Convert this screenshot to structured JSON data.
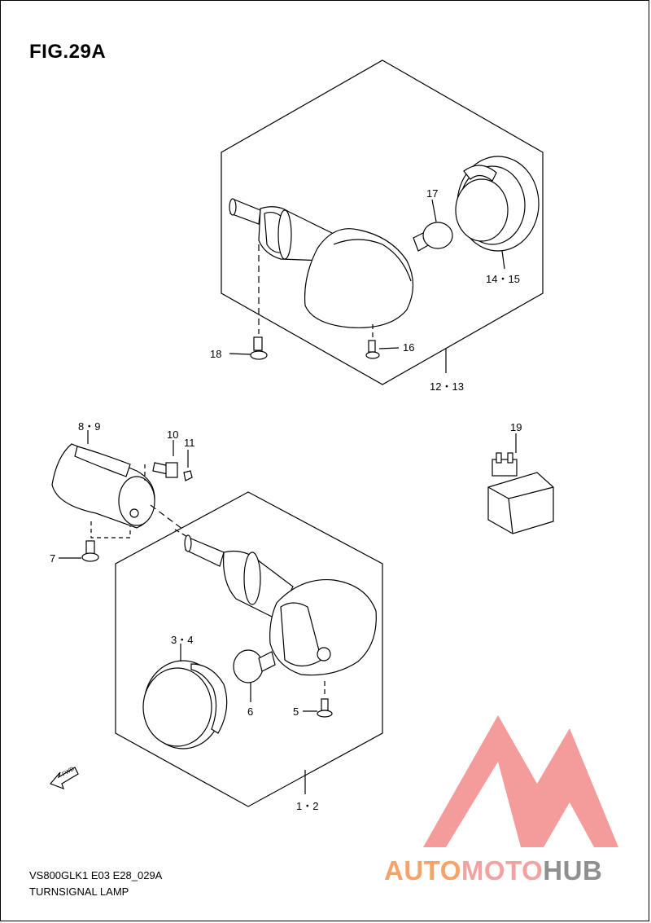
{
  "figure": {
    "title": "FIG.29A",
    "model_code": "VS800GLK1 E03 E28_029A",
    "diagram_name": "TURNSIGNAL LAMP",
    "fwd_label": "FWD"
  },
  "parts": {
    "p17": "17",
    "p14_15": "14・15",
    "p18": "18",
    "p16": "16",
    "p12_13": "12・13",
    "p8_9": "8・9",
    "p10": "10",
    "p11": "11",
    "p19": "19",
    "p7": "7",
    "p3_4": "3・4",
    "p6": "6",
    "p5": "5",
    "p1_2": "1・2"
  },
  "watermark": {
    "part1": "AUTO",
    "part2": "MOTO",
    "part3": "HUB",
    "colors": {
      "auto": "#f6a36a",
      "moto": "#f3a2a2",
      "hub": "#8f8f8f",
      "logo": "#f28b8b"
    }
  }
}
